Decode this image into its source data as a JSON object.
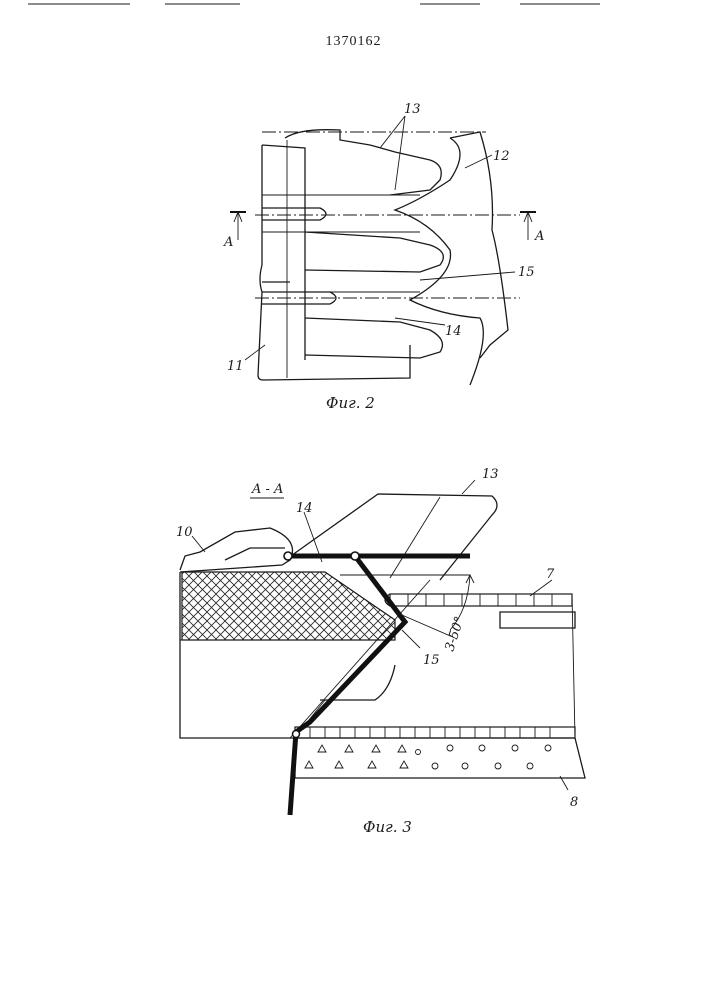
{
  "document": {
    "number": "1370162"
  },
  "fig2": {
    "caption": "Фиг. 2",
    "labels": {
      "l13": "13",
      "l12": "12",
      "l15": "15",
      "l14": "14",
      "l11": "11"
    },
    "section_marks": {
      "left": "A",
      "right": "A"
    }
  },
  "fig3": {
    "caption": "Фиг. 3",
    "section_title": "A - A",
    "labels": {
      "l13": "13",
      "l14": "14",
      "l10": "10",
      "l7": "7",
      "l15": "15",
      "l8": "8"
    },
    "angle": "3-50°"
  }
}
